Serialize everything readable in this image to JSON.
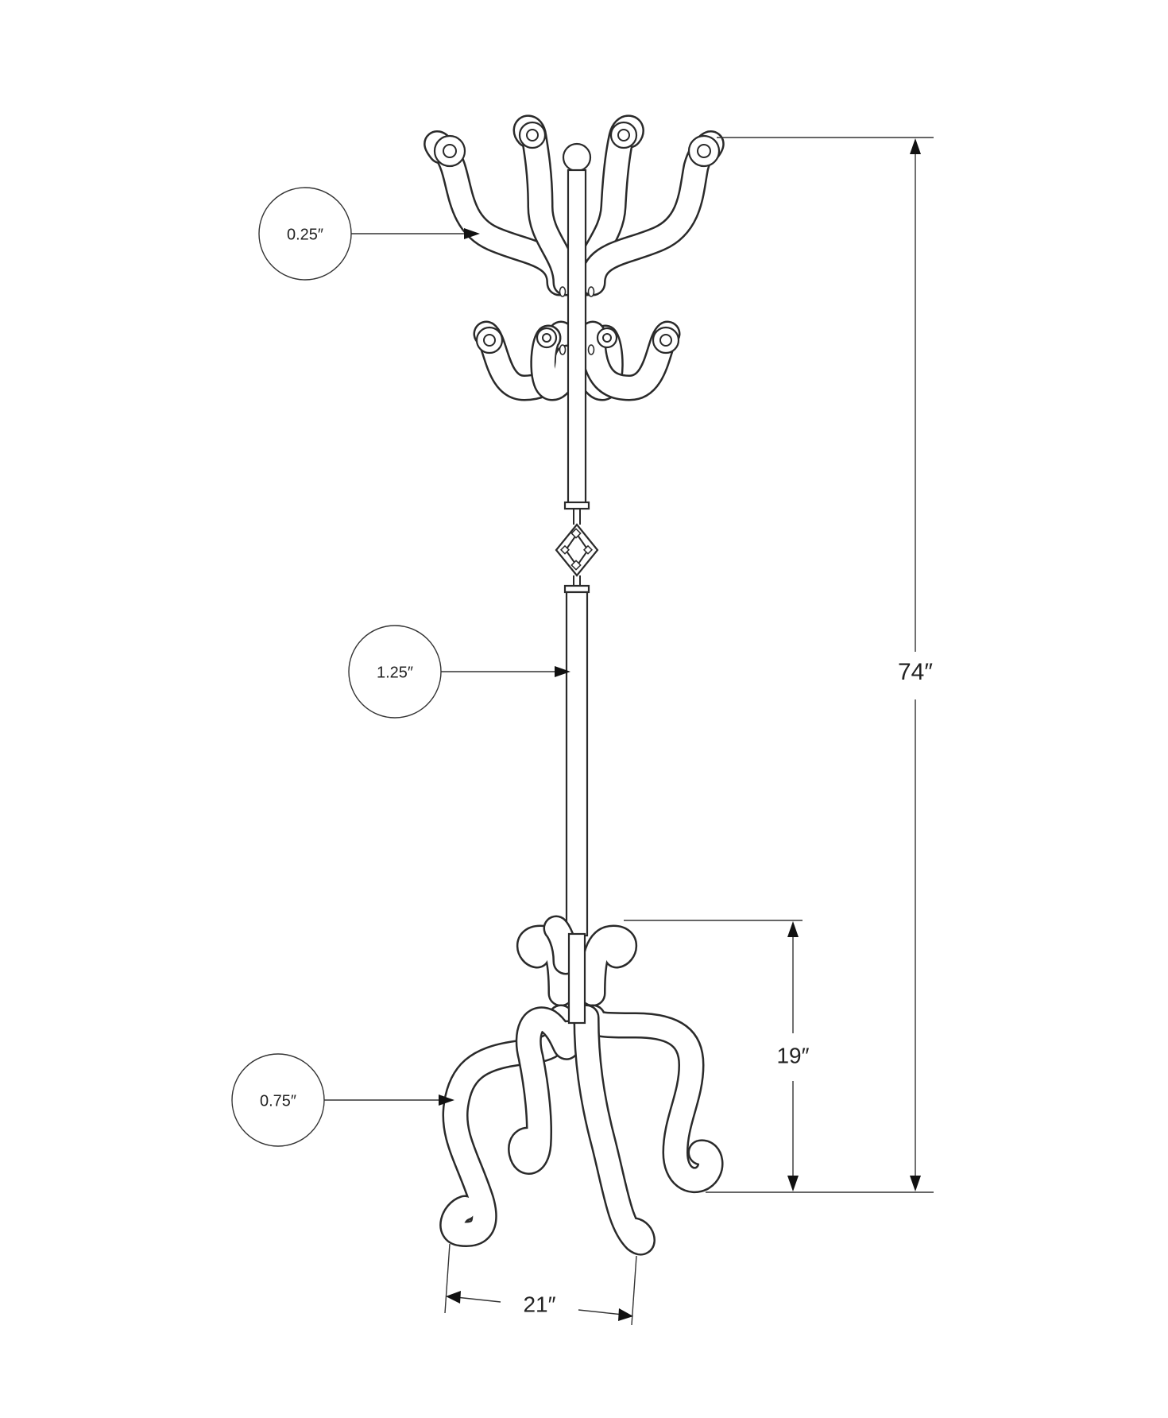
{
  "diagram": {
    "callouts": [
      {
        "id": "top-hook-thickness",
        "text": "0.25″"
      },
      {
        "id": "pole-thickness",
        "text": "1.25″"
      },
      {
        "id": "leg-thickness",
        "text": "0.75″"
      }
    ],
    "dimensions": {
      "total_height": "74″",
      "base_height": "19″",
      "base_width": "21″"
    },
    "colors": {
      "line": "#2a2a2a",
      "background": "#ffffff"
    }
  }
}
